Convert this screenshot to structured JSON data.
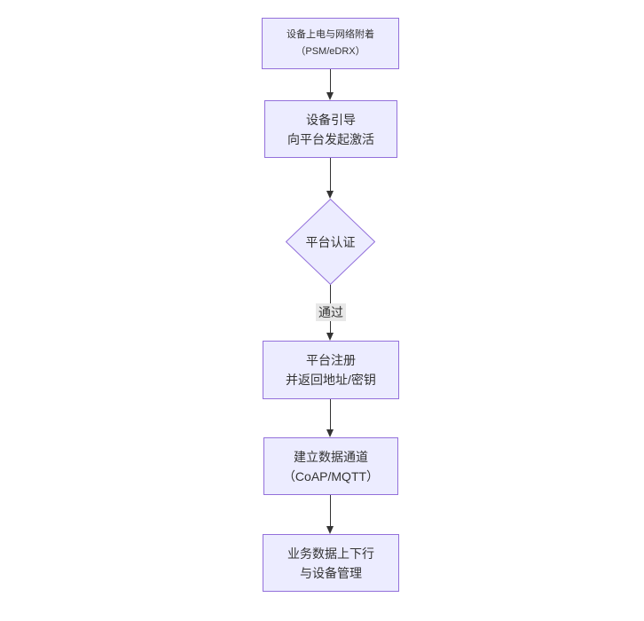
{
  "diagram": {
    "type": "flowchart",
    "direction": "top-down",
    "nodes": [
      {
        "id": "power-attach",
        "shape": "rect",
        "lines": [
          "设备上电与网络附着",
          "（PSM/eDRX）"
        ]
      },
      {
        "id": "bootstrap",
        "shape": "rect",
        "lines": [
          "设备引导",
          "向平台发起激活"
        ]
      },
      {
        "id": "auth",
        "shape": "diamond",
        "lines": [
          "平台认证"
        ]
      },
      {
        "id": "register",
        "shape": "rect",
        "lines": [
          "平台注册",
          "并返回地址/密钥"
        ]
      },
      {
        "id": "channel",
        "shape": "rect",
        "lines": [
          "建立数据通道",
          "（CoAP/MQTT）"
        ]
      },
      {
        "id": "business",
        "shape": "rect",
        "lines": [
          "业务数据上下行",
          "与设备管理"
        ]
      }
    ],
    "edges": [
      {
        "from": "power-attach",
        "to": "bootstrap",
        "label": ""
      },
      {
        "from": "bootstrap",
        "to": "auth",
        "label": ""
      },
      {
        "from": "auth",
        "to": "register",
        "label": "通过"
      },
      {
        "from": "register",
        "to": "channel",
        "label": ""
      },
      {
        "from": "channel",
        "to": "business",
        "label": ""
      }
    ],
    "colors": {
      "node_fill": "#ECECFF",
      "node_border": "#9370DB",
      "text": "#333333",
      "arrow": "#333333",
      "edge_label_bg": "#e8e8e8",
      "background": "#ffffff"
    }
  }
}
